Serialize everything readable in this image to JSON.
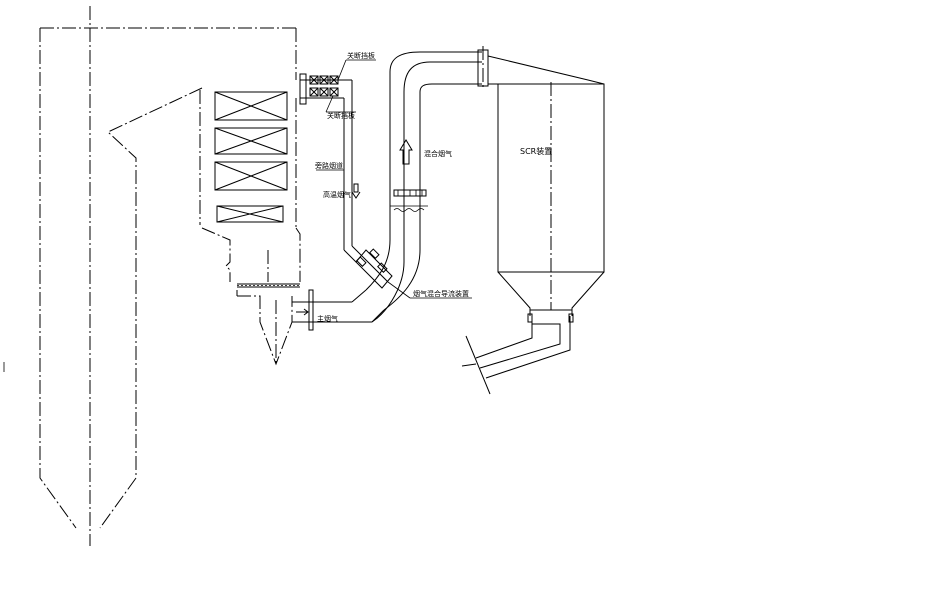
{
  "labels": {
    "damper_top": "关断挡板",
    "damper_bottom": "关断挡板",
    "hot_air_duct": "旁路烟道",
    "high_temp_flue_gas": "高温烟气",
    "mixed_flue_gas": "混合烟气",
    "mixing_device": "烟气混合导流装置",
    "main_flue_gas": "主烟气",
    "scr_device": "SCR装置"
  }
}
